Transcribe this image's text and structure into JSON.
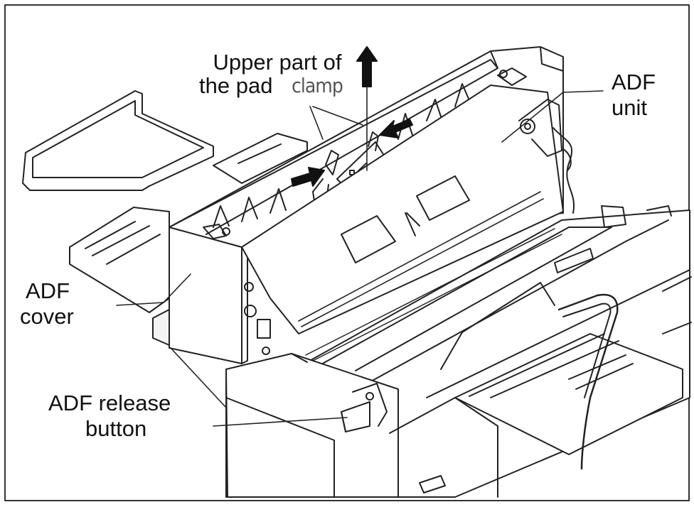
{
  "labels": {
    "upper_part_line1": "Upper part of",
    "upper_part_line2": "the pad",
    "clamp": "clamp",
    "adf_unit_line1": "ADF",
    "adf_unit_line2": "unit",
    "adf_cover_line1": "ADF",
    "adf_cover_line2": "cover",
    "adf_release_line1": "ADF release",
    "adf_release_line2": "button"
  },
  "colors": {
    "line": "#222222",
    "fill": "#ffffff",
    "shade": "#f1f1f1",
    "frame": "#333333"
  }
}
